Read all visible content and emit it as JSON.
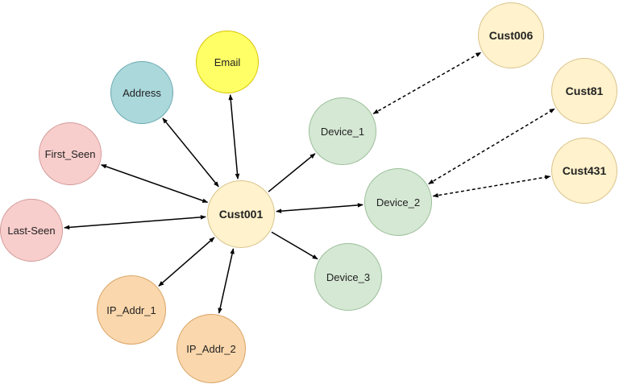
{
  "nodes": {
    "email": {
      "label": "Email"
    },
    "address": {
      "label": "Address"
    },
    "first_seen": {
      "label": "First_Seen"
    },
    "last_seen": {
      "label": "Last-Seen"
    },
    "ip_addr_1": {
      "label": "IP_Addr_1"
    },
    "ip_addr_2": {
      "label": "IP_Addr_2"
    },
    "cust001": {
      "label": "Cust001"
    },
    "device_1": {
      "label": "Device_1"
    },
    "device_2": {
      "label": "Device_2"
    },
    "device_3": {
      "label": "Device_3"
    },
    "cust006": {
      "label": "Cust006"
    },
    "cust81": {
      "label": "Cust81"
    },
    "cust431": {
      "label": "Cust431"
    }
  },
  "edges": [
    {
      "from": "cust001",
      "to": "email",
      "style": "solid",
      "direction": "both"
    },
    {
      "from": "cust001",
      "to": "address",
      "style": "solid",
      "direction": "both"
    },
    {
      "from": "cust001",
      "to": "first_seen",
      "style": "solid",
      "direction": "both"
    },
    {
      "from": "cust001",
      "to": "last_seen",
      "style": "solid",
      "direction": "both"
    },
    {
      "from": "cust001",
      "to": "ip_addr_1",
      "style": "solid",
      "direction": "both"
    },
    {
      "from": "cust001",
      "to": "ip_addr_2",
      "style": "solid",
      "direction": "both"
    },
    {
      "from": "cust001",
      "to": "device_1",
      "style": "solid",
      "direction": "forward"
    },
    {
      "from": "cust001",
      "to": "device_2",
      "style": "solid",
      "direction": "both"
    },
    {
      "from": "cust001",
      "to": "device_3",
      "style": "solid",
      "direction": "forward"
    },
    {
      "from": "device_1",
      "to": "cust006",
      "style": "dashed",
      "direction": "both"
    },
    {
      "from": "device_2",
      "to": "cust81",
      "style": "dashed",
      "direction": "both"
    },
    {
      "from": "device_2",
      "to": "cust431",
      "style": "dashed",
      "direction": "both"
    }
  ],
  "colors": {
    "email": "#ffff66",
    "address": "#aad8db",
    "seen": "#f8cecc",
    "ip": "#fad7ac",
    "customer": "#fff2cc",
    "device": "#d5e8d4",
    "edge": "#000000"
  }
}
